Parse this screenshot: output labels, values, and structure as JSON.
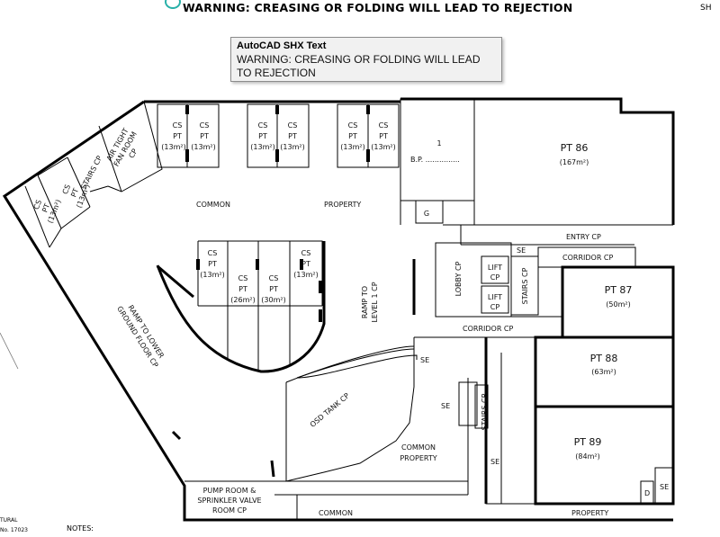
{
  "banner": {
    "warning": "WARNING: CREASING OR FOLDING WILL LEAD TO REJECTION",
    "corner": "SH"
  },
  "tooltip": {
    "title": "AutoCAD SHX Text",
    "body": "WARNING: CREASING OR FOLDING WILL LEAD TO REJECTION"
  },
  "labels": {
    "cs": "CS",
    "pt": "PT",
    "cp": "CP",
    "a13": "(13m²)",
    "a26": "(26m²)",
    "a30": "(30m²)",
    "common": "COMMON",
    "property": "PROPERTY",
    "air_tight": "AIR TIGHT",
    "fan_room": "FAN ROOM",
    "stairs_cp": "STAIRS CP",
    "stairs": "STAIRS",
    "bp_num": "1",
    "bp": "B.P. ...............",
    "g": "G",
    "pt86": "PT 86",
    "a167": "(167m²)",
    "entry_cp": "ENTRY CP",
    "se": "SE",
    "corridor_cp": "CORRIDOR CP",
    "lift": "LIFT",
    "lobby_cp": "LOBBY CP",
    "pt87": "PT 87",
    "a50": "(50m²)",
    "pt88": "PT 88",
    "a63": "(63m²)",
    "pt89": "PT 89",
    "a84": "(84m²)",
    "d": "D",
    "ramp_level_1": "RAMP TO",
    "ramp_level_2": "LEVEL 1 CP",
    "ramp_lower_1": "RAMP TO LOWER",
    "ramp_lower_2": "GROUND FLOOR CP",
    "osd_tank": "OSD TANK CP",
    "pump_1": "PUMP ROOM &",
    "pump_2": "SPRINKLER VALVE",
    "pump_3": "ROOM CP",
    "notes": "NOTES:",
    "tb1": "TURAL",
    "tb2": "No. 17023"
  }
}
